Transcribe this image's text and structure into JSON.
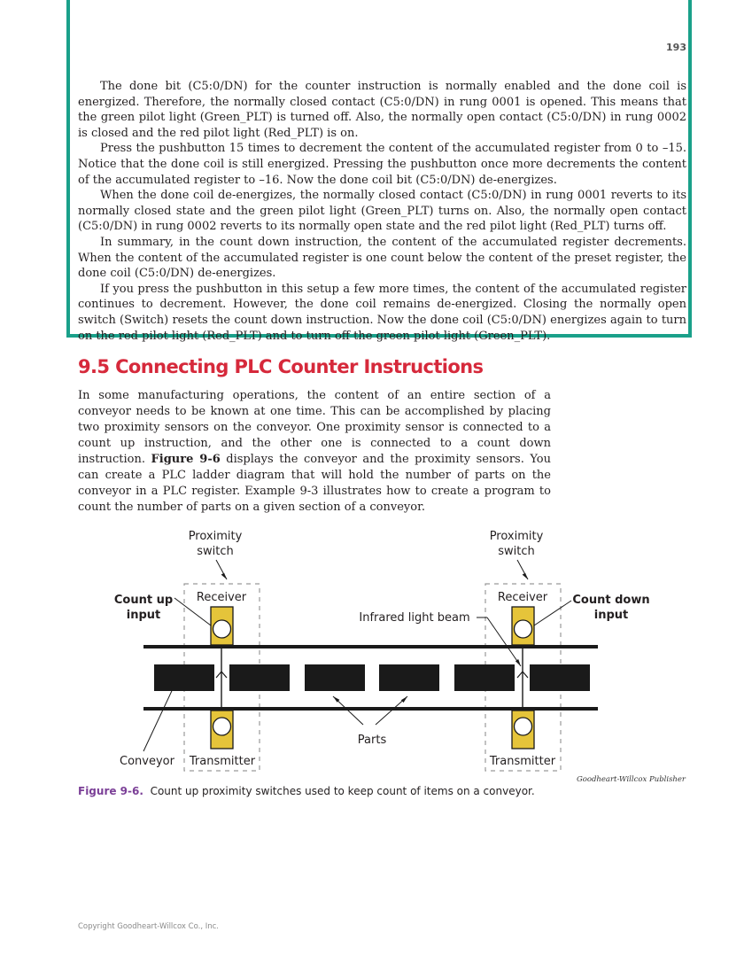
{
  "page_number": "193",
  "box_paragraphs": [
    "The done bit (C5:0/DN) for the counter instruction is normally enabled and the done coil is energized. Therefore, the normally closed contact (C5:0/DN) in rung 0001 is opened. This means that the green pilot light (Green_PLT) is turned off. Also, the normally open contact (C5:0/DN) in rung 0002 is closed and the red pilot light (Red_PLT) is on.",
    "Press the pushbutton 15 times to decrement the content of the accumulated register from 0 to –15. Notice that the done coil is still energized. Pressing the pushbutton once more decrements the content of the accumulated register to –16. Now the done coil bit (C5:0/DN) de-energizes.",
    "When the done coil de-energizes, the normally closed contact (C5:0/DN) in rung 0001 reverts to its normally closed state and the green pilot light (Green_PLT) turns on. Also, the normally open contact (C5:0/DN) in rung 0002 reverts to its normally open state and the red pilot light (Red_PLT) turns off.",
    "In summary, in the count down instruction, the content of the accumulated register decrements. When the content of the accumulated register is one count below the content of the preset register, the done coil (C5:0/DN) de-energizes.",
    "If you press the pushbutton in this setup a few more times, the content of the accumulated register continues to decrement. However, the done coil remains de-energized. Closing the normally open switch (Switch) resets the count down instruction. Now the done coil (C5:0/DN) energizes again to turn on the red pilot light (Red_PLT) and to turn off the green pilot light (Green_PLT)."
  ],
  "section_heading": "9.5 Connecting PLC Counter Instructions",
  "body": {
    "before_ref": "In some manufacturing operations, the content of an entire section of a conveyor needs to be known at one time. This can be accomplished by placing two proximity sensors on the conveyor. One proximity sensor is connected to a count up instruction, and the other one is connected to a count down instruction. ",
    "figure_ref": "Figure 9-6",
    "after_ref": " displays the conveyor and the proximity sensors. You can create a PLC ladder diagram that will hold the number of parts on the conveyor in a PLC register. Example 9-3 illustrates how to create a program to count the number of parts on a given section of a conveyor."
  },
  "figure": {
    "prox_left_line1": "Proximity",
    "prox_left_line2": "switch",
    "prox_right_line1": "Proximity",
    "prox_right_line2": "switch",
    "count_up_line1": "Count up",
    "count_up_line2": "input",
    "count_down_line1": "Count down",
    "count_down_line2": "input",
    "receiver_left": "Receiver",
    "receiver_right": "Receiver",
    "beam_label": "Infrared light beam",
    "parts_label": "Parts",
    "conveyor_label": "Conveyor",
    "transmitter_left": "Transmitter",
    "transmitter_right": "Transmitter",
    "sensor_color": "#e5c43a",
    "part_color": "#1a1a1a"
  },
  "credit": "Goodheart-Willcox Publisher",
  "caption": {
    "label": "Figure 9-6.",
    "text": "Count up proximity switches used to keep count of items on a conveyor."
  },
  "copyright": "Copyright Goodheart-Willcox Co., Inc."
}
